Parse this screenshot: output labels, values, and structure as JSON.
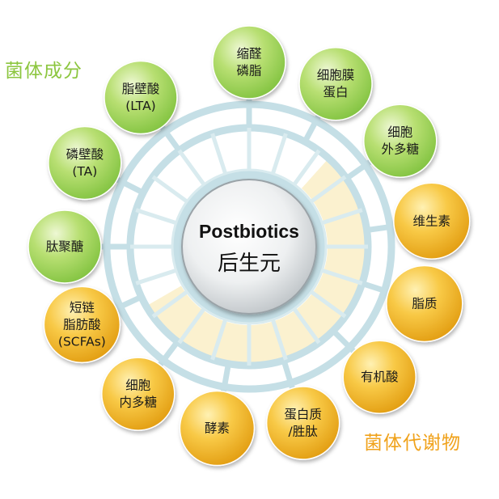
{
  "center": {
    "title_en": "Postbiotics",
    "title_cn": "后生元"
  },
  "groups": {
    "components": {
      "label": "菌体成分",
      "color": "#8cc63f"
    },
    "metabolites": {
      "label": "菌体代谢物",
      "color": "#f0a21b"
    }
  },
  "colors": {
    "ring": "#c5dfe6",
    "ring_stroke": "#d9ebef",
    "sector_fill": "#fbf1cf",
    "green_light": "#eef8d4",
    "green_mid": "#b8df72",
    "green_dark": "#82c341",
    "orange_light": "#fff1b3",
    "orange_mid": "#f8c946",
    "orange_dark": "#e29d12"
  },
  "nodes": [
    {
      "id": "phospholipid-glycan",
      "group": "components",
      "lines": [
        "缩醛",
        "磷脂"
      ]
    },
    {
      "id": "cell-membrane-protein",
      "group": "components",
      "lines": [
        "细胞膜",
        "蛋白"
      ]
    },
    {
      "id": "extracellular-polysaccharide",
      "group": "components",
      "lines": [
        "细胞",
        "外多糖"
      ]
    },
    {
      "id": "vitamins",
      "group": "metabolites",
      "lines": [
        "维生素"
      ]
    },
    {
      "id": "lipids",
      "group": "metabolites",
      "lines": [
        "脂质"
      ]
    },
    {
      "id": "organic-acids",
      "group": "metabolites",
      "lines": [
        "有机酸"
      ]
    },
    {
      "id": "proteins-peptides",
      "group": "metabolites",
      "lines": [
        "蛋白质",
        "/胜肽"
      ]
    },
    {
      "id": "enzymes",
      "group": "metabolites",
      "lines": [
        "酵素"
      ]
    },
    {
      "id": "intracellular-polysaccharide",
      "group": "metabolites",
      "lines": [
        "细胞",
        "内多糖"
      ]
    },
    {
      "id": "scfas",
      "group": "metabolites",
      "lines": [
        "短链",
        "脂肪酸",
        "(SCFAs)"
      ]
    },
    {
      "id": "peptidoglycan",
      "group": "components",
      "lines": [
        "肽聚醣"
      ]
    },
    {
      "id": "teichoic-acid",
      "group": "components",
      "lines": [
        "磷壁酸",
        "(TA)"
      ]
    },
    {
      "id": "lipoteichoic-acid",
      "group": "components",
      "lines": [
        "脂壁酸",
        "(LTA)"
      ]
    }
  ]
}
